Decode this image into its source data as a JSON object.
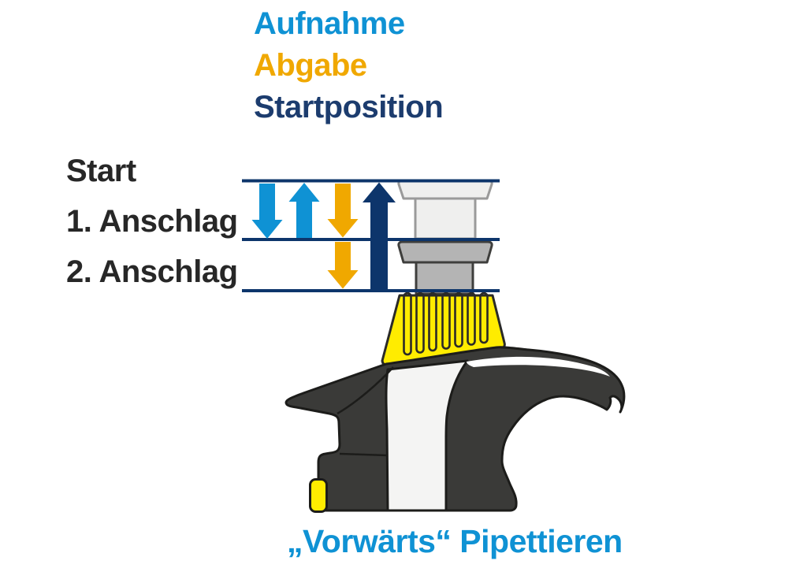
{
  "legend": {
    "items": [
      {
        "label": "Aufnahme",
        "color": "#0F92D4"
      },
      {
        "label": "Abgabe",
        "color": "#F0A800"
      },
      {
        "label": "Startposition",
        "color": "#1C3C6E"
      }
    ]
  },
  "stops": {
    "start": "Start",
    "first_stop": "1. Anschlag",
    "second_stop": "2. Anschlag"
  },
  "caption": {
    "text": "„Vorwärts“ Pipettieren",
    "color": "#0F92D4"
  },
  "arrows": [
    {
      "name": "aufnahme-press-arrow",
      "phase": "Aufnahme",
      "direction": "down",
      "from": "Start",
      "to": "1. Anschlag",
      "color": "#0F92D4"
    },
    {
      "name": "aufnahme-release-arrow",
      "phase": "Aufnahme",
      "direction": "up",
      "from": "1. Anschlag",
      "to": "Start",
      "color": "#0F92D4"
    },
    {
      "name": "abgabe-press-arrow",
      "phase": "Abgabe",
      "direction": "down",
      "from": "Start",
      "to": "1. Anschlag",
      "color": "#F0A800"
    },
    {
      "name": "abgabe-blowout-arrow",
      "phase": "Abgabe",
      "direction": "down",
      "from": "1. Anschlag",
      "to": "2. Anschlag",
      "color": "#F0A800"
    },
    {
      "name": "startposition-arrow",
      "phase": "Startposition",
      "direction": "up",
      "from": "2. Anschlag",
      "to": "Start",
      "color": "#0D356B"
    }
  ],
  "pipette": {
    "parts": [
      "plunger-button",
      "plunger-collar",
      "volume-adjustment-ring",
      "ejector-button",
      "handle-body"
    ]
  },
  "palette": {
    "light_blue": "#0F92D4",
    "orange": "#F0A800",
    "line_navy": "#0D356B",
    "navy_text": "#1C3C6E",
    "label_dark": "#272727",
    "body_gray": "#3A3A38",
    "outline": "#1C1C1A",
    "yellow": "#FFEC00",
    "collar_gray": "#B4B4B4",
    "button_white": "#EFEFEE",
    "stripe_white": "#F4F4F3",
    "crescent_white": "#FFFFFF"
  }
}
